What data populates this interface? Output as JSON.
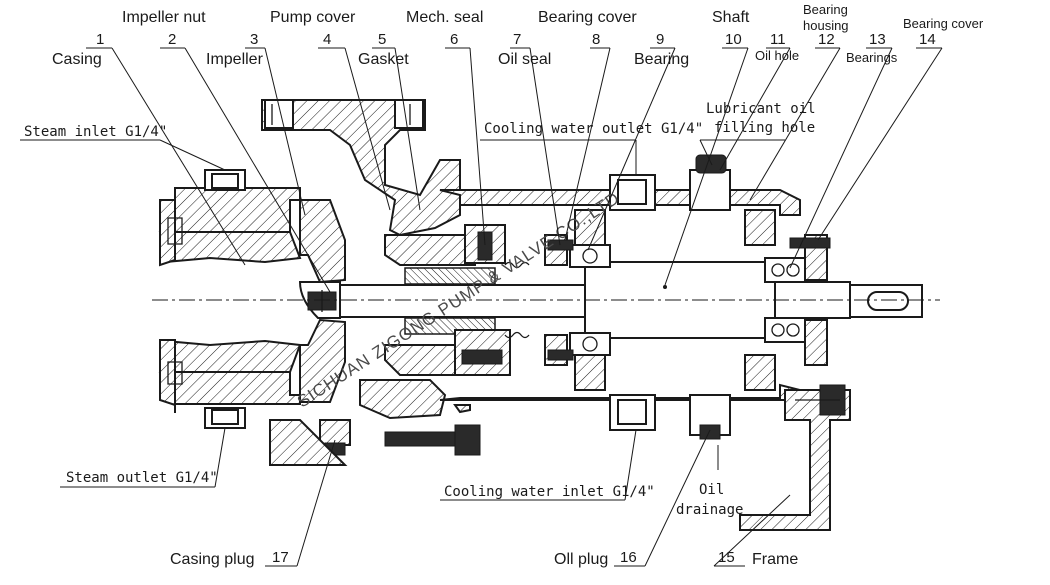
{
  "labels": {
    "impeller_nut": "Impeller nut",
    "pump_cover": "Pump cover",
    "mech_seal": "Mech. seal",
    "bearing_cover_top": "Bearing cover",
    "shaft": "Shaft",
    "bearing_housing_line1": "Bearing",
    "bearing_housing_line2": "housing",
    "bearing_cover_right": "Bearing cover",
    "casing": "Casing",
    "impeller": "Impeller",
    "gasket": "Gasket",
    "oil_seal": "Oil seal",
    "bearing": "Bearing",
    "oil_hole": "Oil hole",
    "bearings": "Bearings",
    "lubricant_line1": "Lubricant oil",
    "lubricant_line2": "filling hole",
    "steam_inlet": "Steam inlet G1/4\"",
    "cooling_outlet": "Cooling water outlet G1/4\"",
    "steam_outlet": "Steam outlet G1/4\"",
    "cooling_inlet": "Cooling water inlet G1/4\"",
    "oil_drainage_line1": "Oil",
    "oil_drainage_line2": "drainage",
    "casing_plug": "Casing plug",
    "oil_plug": "Oll plug",
    "frame": "Frame"
  },
  "numbers": [
    "1",
    "2",
    "3",
    "4",
    "5",
    "6",
    "7",
    "8",
    "9",
    "10",
    "11",
    "12",
    "13",
    "14",
    "15",
    "16",
    "17"
  ],
  "watermark": "SICHUAN ZIGONG PUMP & VALVE CO.,LTD"
}
